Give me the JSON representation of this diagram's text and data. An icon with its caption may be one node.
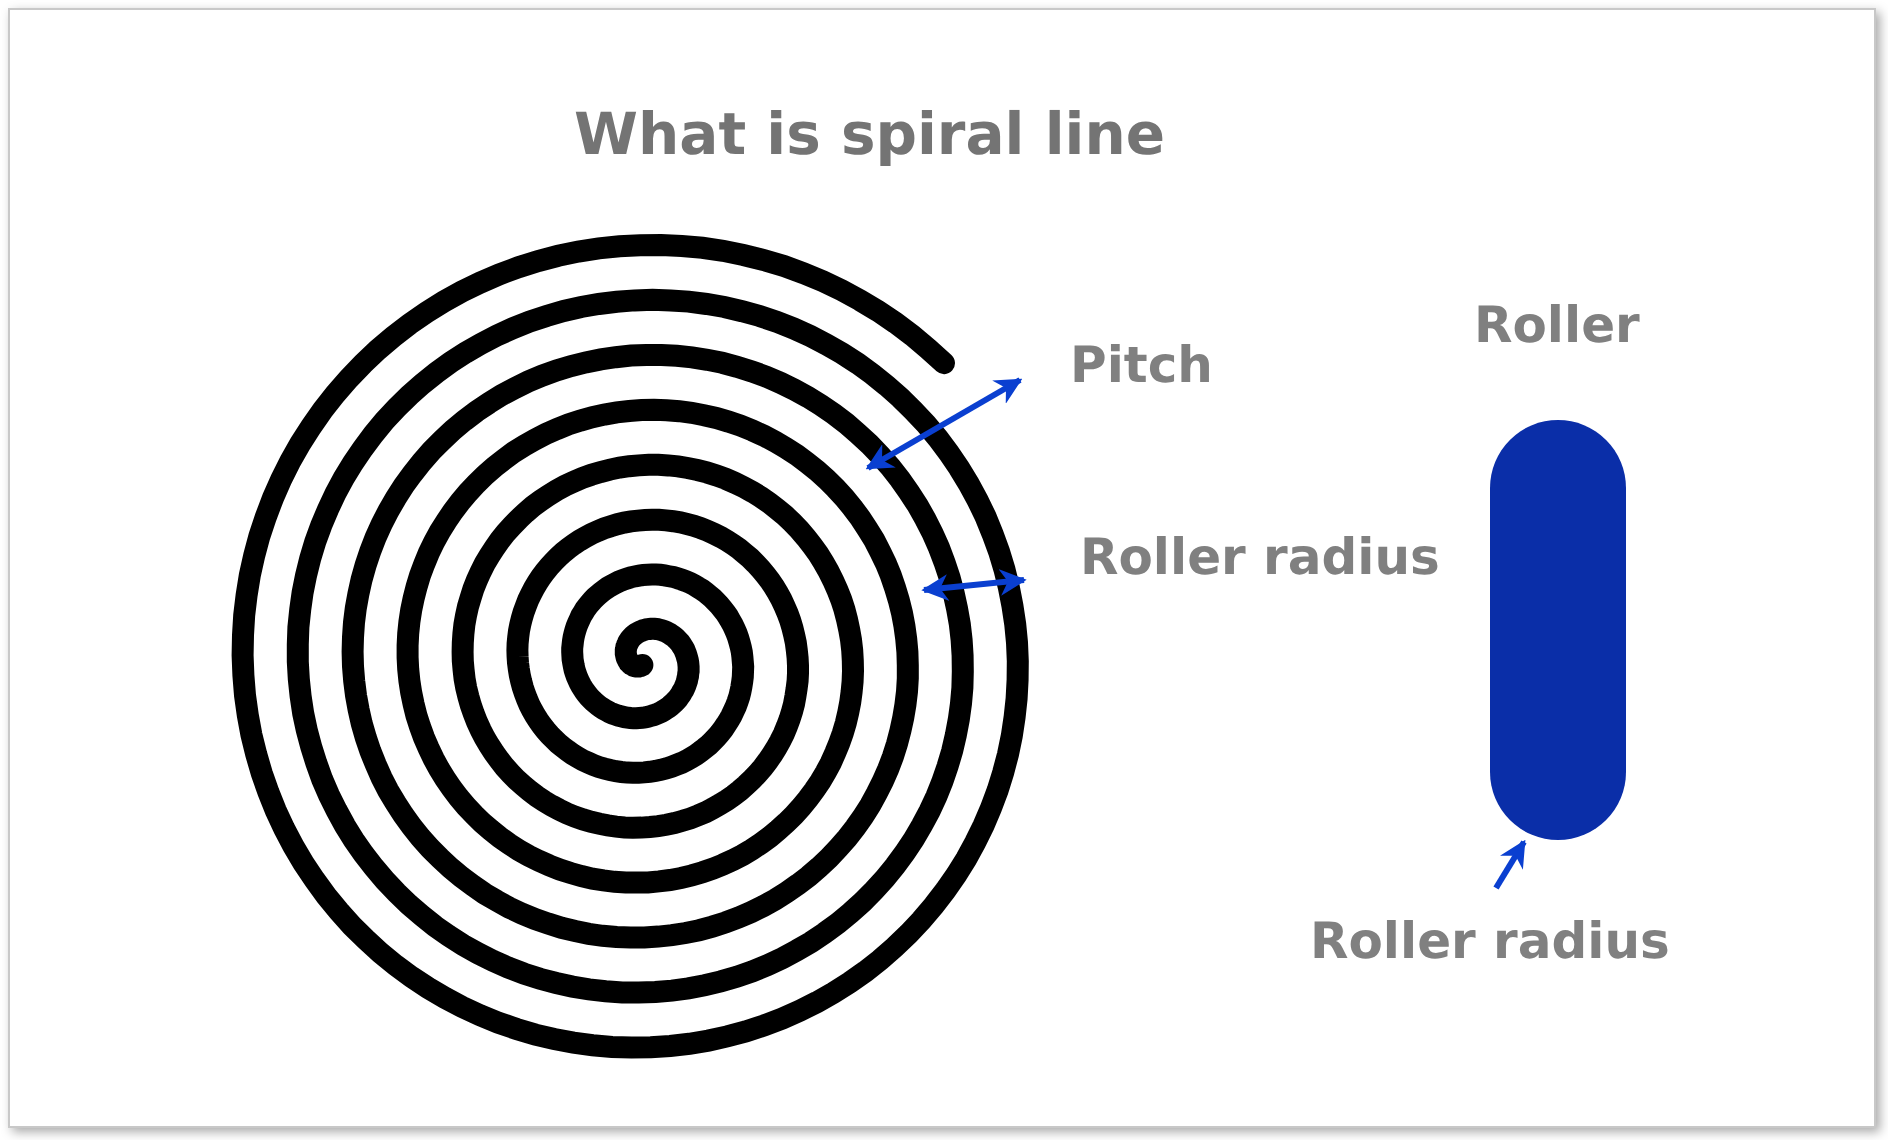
{
  "diagram": {
    "title": "What is spiral line",
    "nodes": [
      {
        "text": [
          "Roller"
        ]
      }
    ],
    "labels": [
      "Pitch",
      "Roller radius",
      "Roller radius"
    ]
  }
}
